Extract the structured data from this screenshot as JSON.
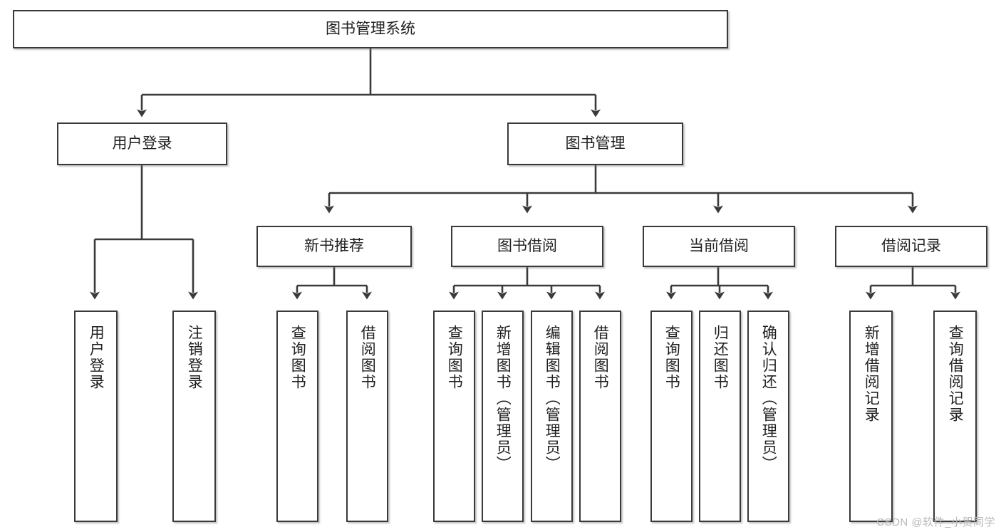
{
  "diagram": {
    "title": "图书管理系统",
    "type": "tree-hierarchy-chart",
    "colors": {
      "border": "#3a3a3a",
      "text": "#202020",
      "background": "#ffffff",
      "watermark": "#b9b9b9"
    },
    "root": {
      "label": "图书管理系统"
    },
    "level2": [
      {
        "label": "用户登录"
      },
      {
        "label": "图书管理"
      }
    ],
    "level3": [
      {
        "label": "新书推荐"
      },
      {
        "label": "图书借阅"
      },
      {
        "label": "当前借阅"
      },
      {
        "label": "借阅记录"
      }
    ],
    "leaves": {
      "user_login": [
        {
          "label": "用户登录"
        },
        {
          "label": "注销登录"
        }
      ],
      "new_book_recommend": [
        {
          "label": "查询图书"
        },
        {
          "label": "借阅图书"
        }
      ],
      "book_borrow": [
        {
          "label": "查询图书"
        },
        {
          "label": "新增图书（管理员）"
        },
        {
          "label": "编辑图书（管理员）"
        },
        {
          "label": "借阅图书"
        }
      ],
      "current_borrow": [
        {
          "label": "查询图书"
        },
        {
          "label": "归还图书"
        },
        {
          "label": "确认归还（管理员）"
        }
      ],
      "borrow_record": [
        {
          "label": "新增借阅记录"
        },
        {
          "label": "查询借阅记录"
        }
      ]
    },
    "watermark": "CSDN @软件_小贺同学"
  }
}
